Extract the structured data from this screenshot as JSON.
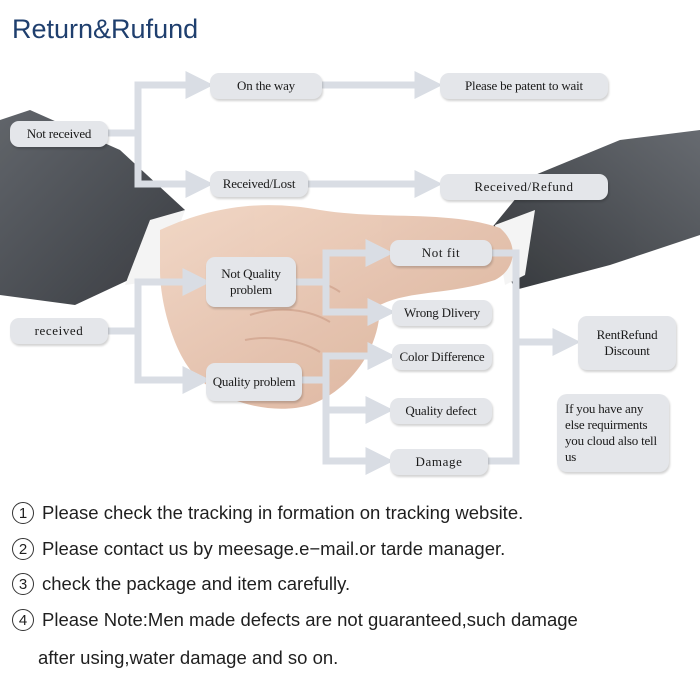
{
  "title": "Return&Rufund",
  "nodes": {
    "not_received": "Not received",
    "on_the_way": "On the way",
    "be_patient": "Please be patent to wait",
    "received_lost": "Received/Lost",
    "received_refund": "Received/Refund",
    "received": "received",
    "not_quality_problem": "Not Quality problem",
    "quality_problem": "Quality problem",
    "not_fit": "Not fit",
    "wrong_delivery": "Wrong Dlivery",
    "color_difference": "Color Difference",
    "quality_defect": "Quality defect",
    "damage": "Damage",
    "rent_refund": "RentRefund",
    "discount": "Discount",
    "other_requirements": "If you have any else requirments you cloud also tell us"
  },
  "notes": [
    {
      "number": "1",
      "text": "Please check the tracking in formation on tracking website."
    },
    {
      "number": "2",
      "text": "Please contact us by meesage.e−mail.or tarde manager."
    },
    {
      "number": "3",
      "text": "check the package and item carefully."
    },
    {
      "number": "4",
      "text": "Please Note:Men made defects are not guaranteed,such damage",
      "continuation": "after using,water damage and so on."
    }
  ],
  "colors": {
    "title": "#1f3f6e",
    "node_fill": "#e4e6ea",
    "arrow": "#d9dde4"
  }
}
